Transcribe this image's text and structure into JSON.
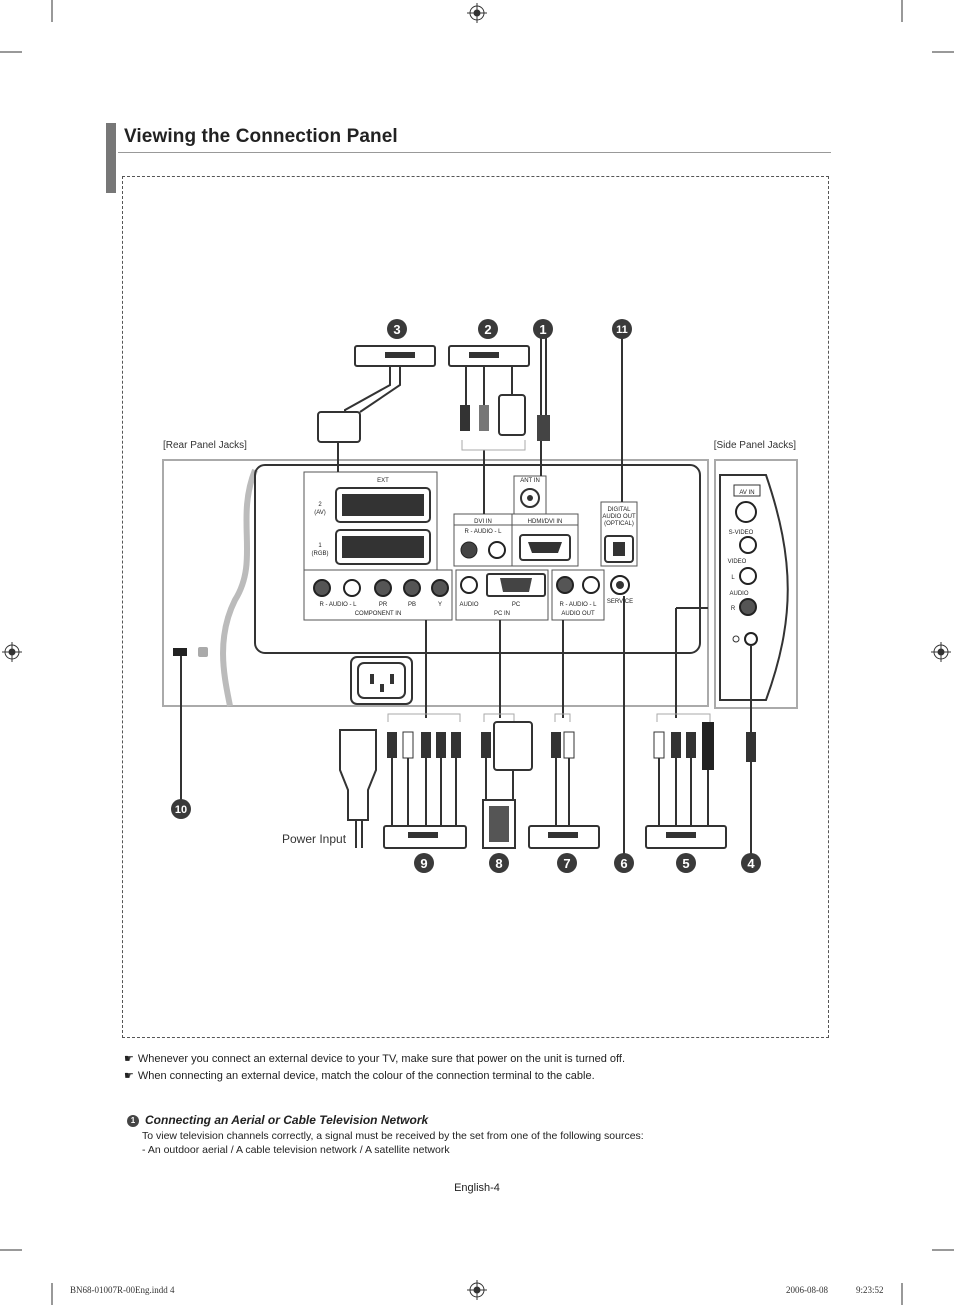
{
  "page": {
    "title": "Viewing the Connection Panel",
    "page_number": "English-4"
  },
  "diagram": {
    "rear_label": "[Rear Panel Jacks]",
    "side_label": "[Side Panel Jacks]",
    "power_input": "Power Input",
    "callouts": {
      "n1": "1",
      "n2": "2",
      "n3": "3",
      "n4": "4",
      "n5": "5",
      "n6": "6",
      "n7": "7",
      "n8": "8",
      "n9": "9",
      "n10": "10",
      "n11": "11"
    },
    "jacks": {
      "ext": "EXT",
      "ext2": "2",
      "ext2_sub": "(AV)",
      "ext1": "1",
      "ext1_sub": "(RGB)",
      "ant_in": "ANT IN",
      "dvi_in": "DVI IN",
      "hdmi_dvi_in": "HDMI/DVI IN",
      "dvi_audio": "R - AUDIO - L",
      "digital_audio_out_1": "DIGITAL",
      "digital_audio_out_2": "AUDIO OUT",
      "digital_audio_out_3": "(OPTICAL)",
      "component_audio": "R - AUDIO - L",
      "pr": "PR",
      "pb": "PB",
      "y": "Y",
      "component_in": "COMPONENT IN",
      "pc_audio": "AUDIO",
      "pc": "PC",
      "pc_in": "PC IN",
      "audio_out_lr": "R - AUDIO - L",
      "audio_out": "AUDIO OUT",
      "service": "SERVICE",
      "av_in": "AV IN",
      "s_video": "S-VIDEO",
      "video": "VIDEO",
      "audio": "AUDIO",
      "side_l": "L",
      "side_r": "R"
    }
  },
  "notes": [
    "Whenever you connect an external device to your TV, make sure that power on the unit is turned off.",
    "When connecting an external device, match the colour of the connection terminal to the cable."
  ],
  "section": {
    "number": "1",
    "heading": "Connecting an Aerial or Cable Television Network",
    "body": "To view television channels correctly, a signal must be received by the set from one of the following sources:",
    "bullet": "-  An outdoor aerial / A cable television network / A satellite network"
  },
  "footer": {
    "file": "BN68-01007R-00Eng.indd   4",
    "date": "2006-08-08",
    "time": "9:23:52"
  }
}
